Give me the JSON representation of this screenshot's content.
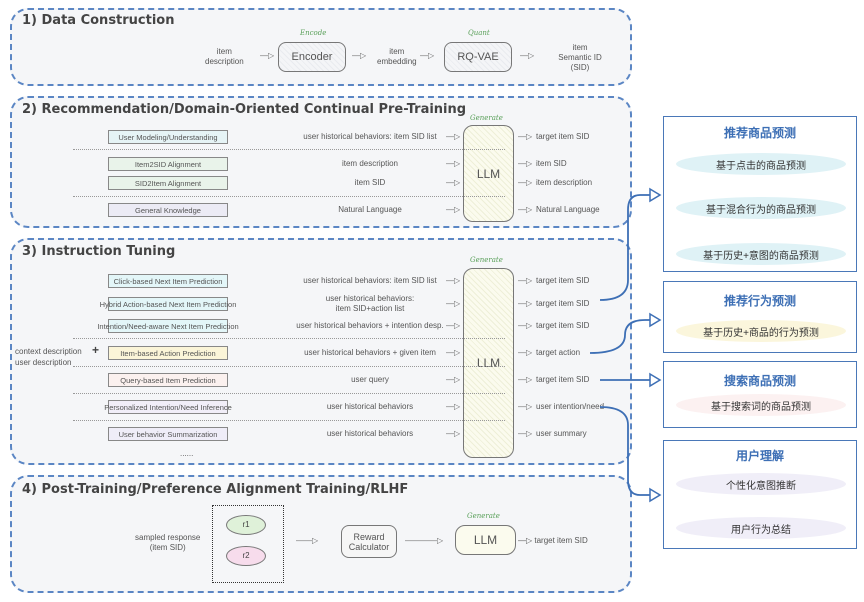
{
  "s1": {
    "title": "1) Data Construction",
    "in": "item\ndescription",
    "encode": "Encode",
    "encoder": "Encoder",
    "emb": "item\nembedding",
    "quant": "Quant",
    "rq": "RQ-VAE",
    "out": "item\nSemantic ID\n(SID)"
  },
  "s2": {
    "title": "2) Recommendation/Domain-Oriented Continual Pre-Training",
    "generate": "Generate",
    "llm": "LLM",
    "rows": [
      {
        "task": "User Modeling/Understanding",
        "input": "user historical behaviors: item SID list",
        "output": "target item SID",
        "color": "#e6f4f6"
      },
      {
        "task": "Item2SID Alignment",
        "input": "item description",
        "output": "item SID",
        "color": "#e9f3ea"
      },
      {
        "task": "SID2Item Alignment",
        "input": "item SID",
        "output": "item description",
        "color": "#e9f3ea"
      },
      {
        "task": "General Knowledge",
        "input": "Natural Language",
        "output": "Natural Language",
        "color": "#ecebf5"
      }
    ]
  },
  "s3": {
    "title": "3) Instruction Tuning",
    "generate": "Generate",
    "llm": "LLM",
    "context": "context description",
    "plus": "+",
    "user": "user description",
    "more": "......",
    "rows": [
      {
        "task": "Click-based Next Item Prediction",
        "input": "user historical behaviors: item SID list",
        "output": "target item SID",
        "color": "#e3f6f8"
      },
      {
        "task": "Hybrid Action-based Next Item Prediction",
        "input": "user historical behaviors:\nitem SID+action list",
        "output": "target item SID",
        "color": "#e3f6f8"
      },
      {
        "task": "Intention/Need-aware Next Item Prediction",
        "input": "user historical behaviors + intention desp.",
        "output": "target item SID",
        "color": "#e3f6f8"
      },
      {
        "task": "Item-based Action Prediction",
        "input": "user historical behaviors + given item",
        "output": "target action",
        "color": "#fbf5d8"
      },
      {
        "task": "Query-based Item Prediction",
        "input": "user query",
        "output": "target item SID",
        "color": "#fbf1ef"
      },
      {
        "task": "Personalized Intention/Need Inference",
        "input": "user historical behaviors",
        "output": "user intention/need",
        "color": "#f1eef8"
      },
      {
        "task": "User behavior Summarization",
        "input": "user historical behaviors",
        "output": "user summary",
        "color": "#efedf8"
      }
    ]
  },
  "s4": {
    "title": "4) Post-Training/Preference Alignment Training/RLHF",
    "sampled": "sampled response\n(item SID)",
    "r1": "r1",
    "r2": "r2",
    "reward": "Reward\nCalculator",
    "generate": "Generate",
    "llm": "LLM",
    "out": "target item SID"
  },
  "panels": [
    {
      "title": "推荐商品预测",
      "items": [
        "基于点击的商品预测",
        "基于混合行为的商品预测",
        "基于历史+意图的商品预测"
      ],
      "color": "#dff2f6"
    },
    {
      "title": "推荐行为预测",
      "items": [
        "基于历史+商品的行为预测"
      ],
      "color": "#fbf6dc"
    },
    {
      "title": "搜索商品预测",
      "items": [
        "基于搜索词的商品预测"
      ],
      "color": "#fcf1f1"
    },
    {
      "title": "用户理解",
      "items": [
        "个性化意图推断",
        "用户行为总结"
      ],
      "color": "#f0eef8"
    }
  ],
  "colors": {
    "accent": "#4a78b8",
    "generate": "#5aa05a"
  }
}
